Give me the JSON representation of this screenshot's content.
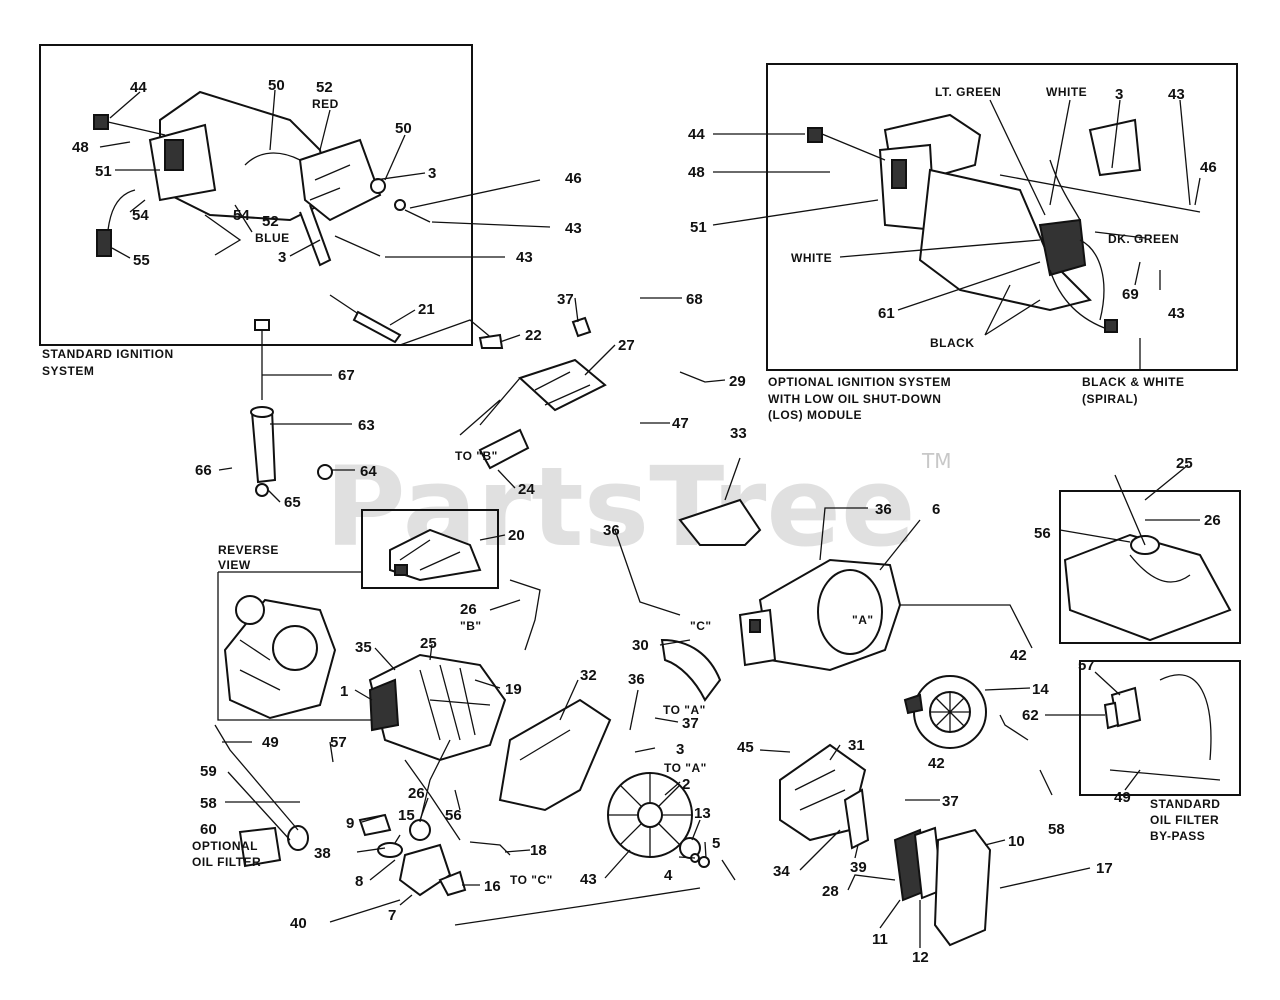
{
  "watermark": {
    "text": "PartsTree",
    "tm": "TM"
  },
  "captions": {
    "std_ignition_1": "STANDARD IGNITION",
    "std_ignition_2": "SYSTEM",
    "opt_ignition_1": "OPTIONAL IGNITION SYSTEM",
    "opt_ignition_2": "WITH LOW OIL SHUT-DOWN",
    "opt_ignition_3": "(LOS) MODULE",
    "reverse_1": "REVERSE",
    "reverse_2": "VIEW",
    "opt_filter_1": "OPTIONAL",
    "opt_filter_2": "OIL FILTER",
    "std_bypass_1": "STANDARD",
    "std_bypass_2": "OIL FILTER",
    "std_bypass_3": "BY-PASS",
    "black_white_1": "BLACK & WHITE",
    "black_white_2": "(SPIRAL)"
  },
  "wires": {
    "red": "RED",
    "blue": "BLUE",
    "lt_green": "LT. GREEN",
    "white": "WHITE",
    "white2": "WHITE",
    "dk_green": "DK. GREEN",
    "black": "BLACK"
  },
  "refs": {
    "to_a": "TO \"A\"",
    "to_a2": "TO \"A\"",
    "to_b": "TO \"B\"",
    "to_c": "TO \"C\"",
    "lbl_a": "\"A\"",
    "lbl_b": "\"B\"",
    "lbl_c": "\"C\""
  },
  "callouts": {
    "c44a": "44",
    "c48a": "48",
    "c51a": "51",
    "c54a": "54",
    "c54b": "54",
    "c55": "55",
    "c50a": "50",
    "c50b": "50",
    "c52a": "52",
    "c52b": "52",
    "c3a": "3",
    "c3b": "3",
    "c46a": "46",
    "c43a": "43",
    "c43b": "43",
    "c44b": "44",
    "c48b": "48",
    "c51b": "51",
    "c3c": "3",
    "c43c": "43",
    "c46b": "46",
    "c69": "69",
    "c43d": "43",
    "c61": "61",
    "c21": "21",
    "c22": "22",
    "c37a": "37",
    "c68": "68",
    "c27": "27",
    "c29": "29",
    "c47": "47",
    "c24": "24",
    "c67": "67",
    "c63": "63",
    "c66": "66",
    "c64": "64",
    "c65": "65",
    "c20": "20",
    "c33": "33",
    "c36a": "36",
    "c6": "6",
    "c36b": "36",
    "c26a": "26",
    "c35": "35",
    "c25a": "25",
    "c19": "19",
    "c1": "1",
    "c32": "32",
    "c30": "30",
    "c36c": "36",
    "c37b": "37",
    "c3d": "3",
    "c2": "2",
    "c42a": "42",
    "c14": "14",
    "c42b": "42",
    "c45": "45",
    "c31": "31",
    "c37c": "37",
    "c49a": "49",
    "c57a": "57",
    "c59": "59",
    "c58a": "58",
    "c60": "60",
    "c9": "9",
    "c15": "15",
    "c26b": "26",
    "c56a": "56",
    "c38": "38",
    "c8": "8",
    "c18": "18",
    "c13": "13",
    "c5": "5",
    "c4": "4",
    "c43e": "43",
    "c16": "16",
    "c7": "7",
    "c40": "40",
    "c10": "10",
    "c34": "34",
    "c39": "39",
    "c28": "28",
    "c11": "11",
    "c12": "12",
    "c17": "17",
    "c25b": "25",
    "c26c": "26",
    "c56b": "56",
    "c57b": "57",
    "c62": "62",
    "c58b": "58",
    "c49b": "49"
  }
}
